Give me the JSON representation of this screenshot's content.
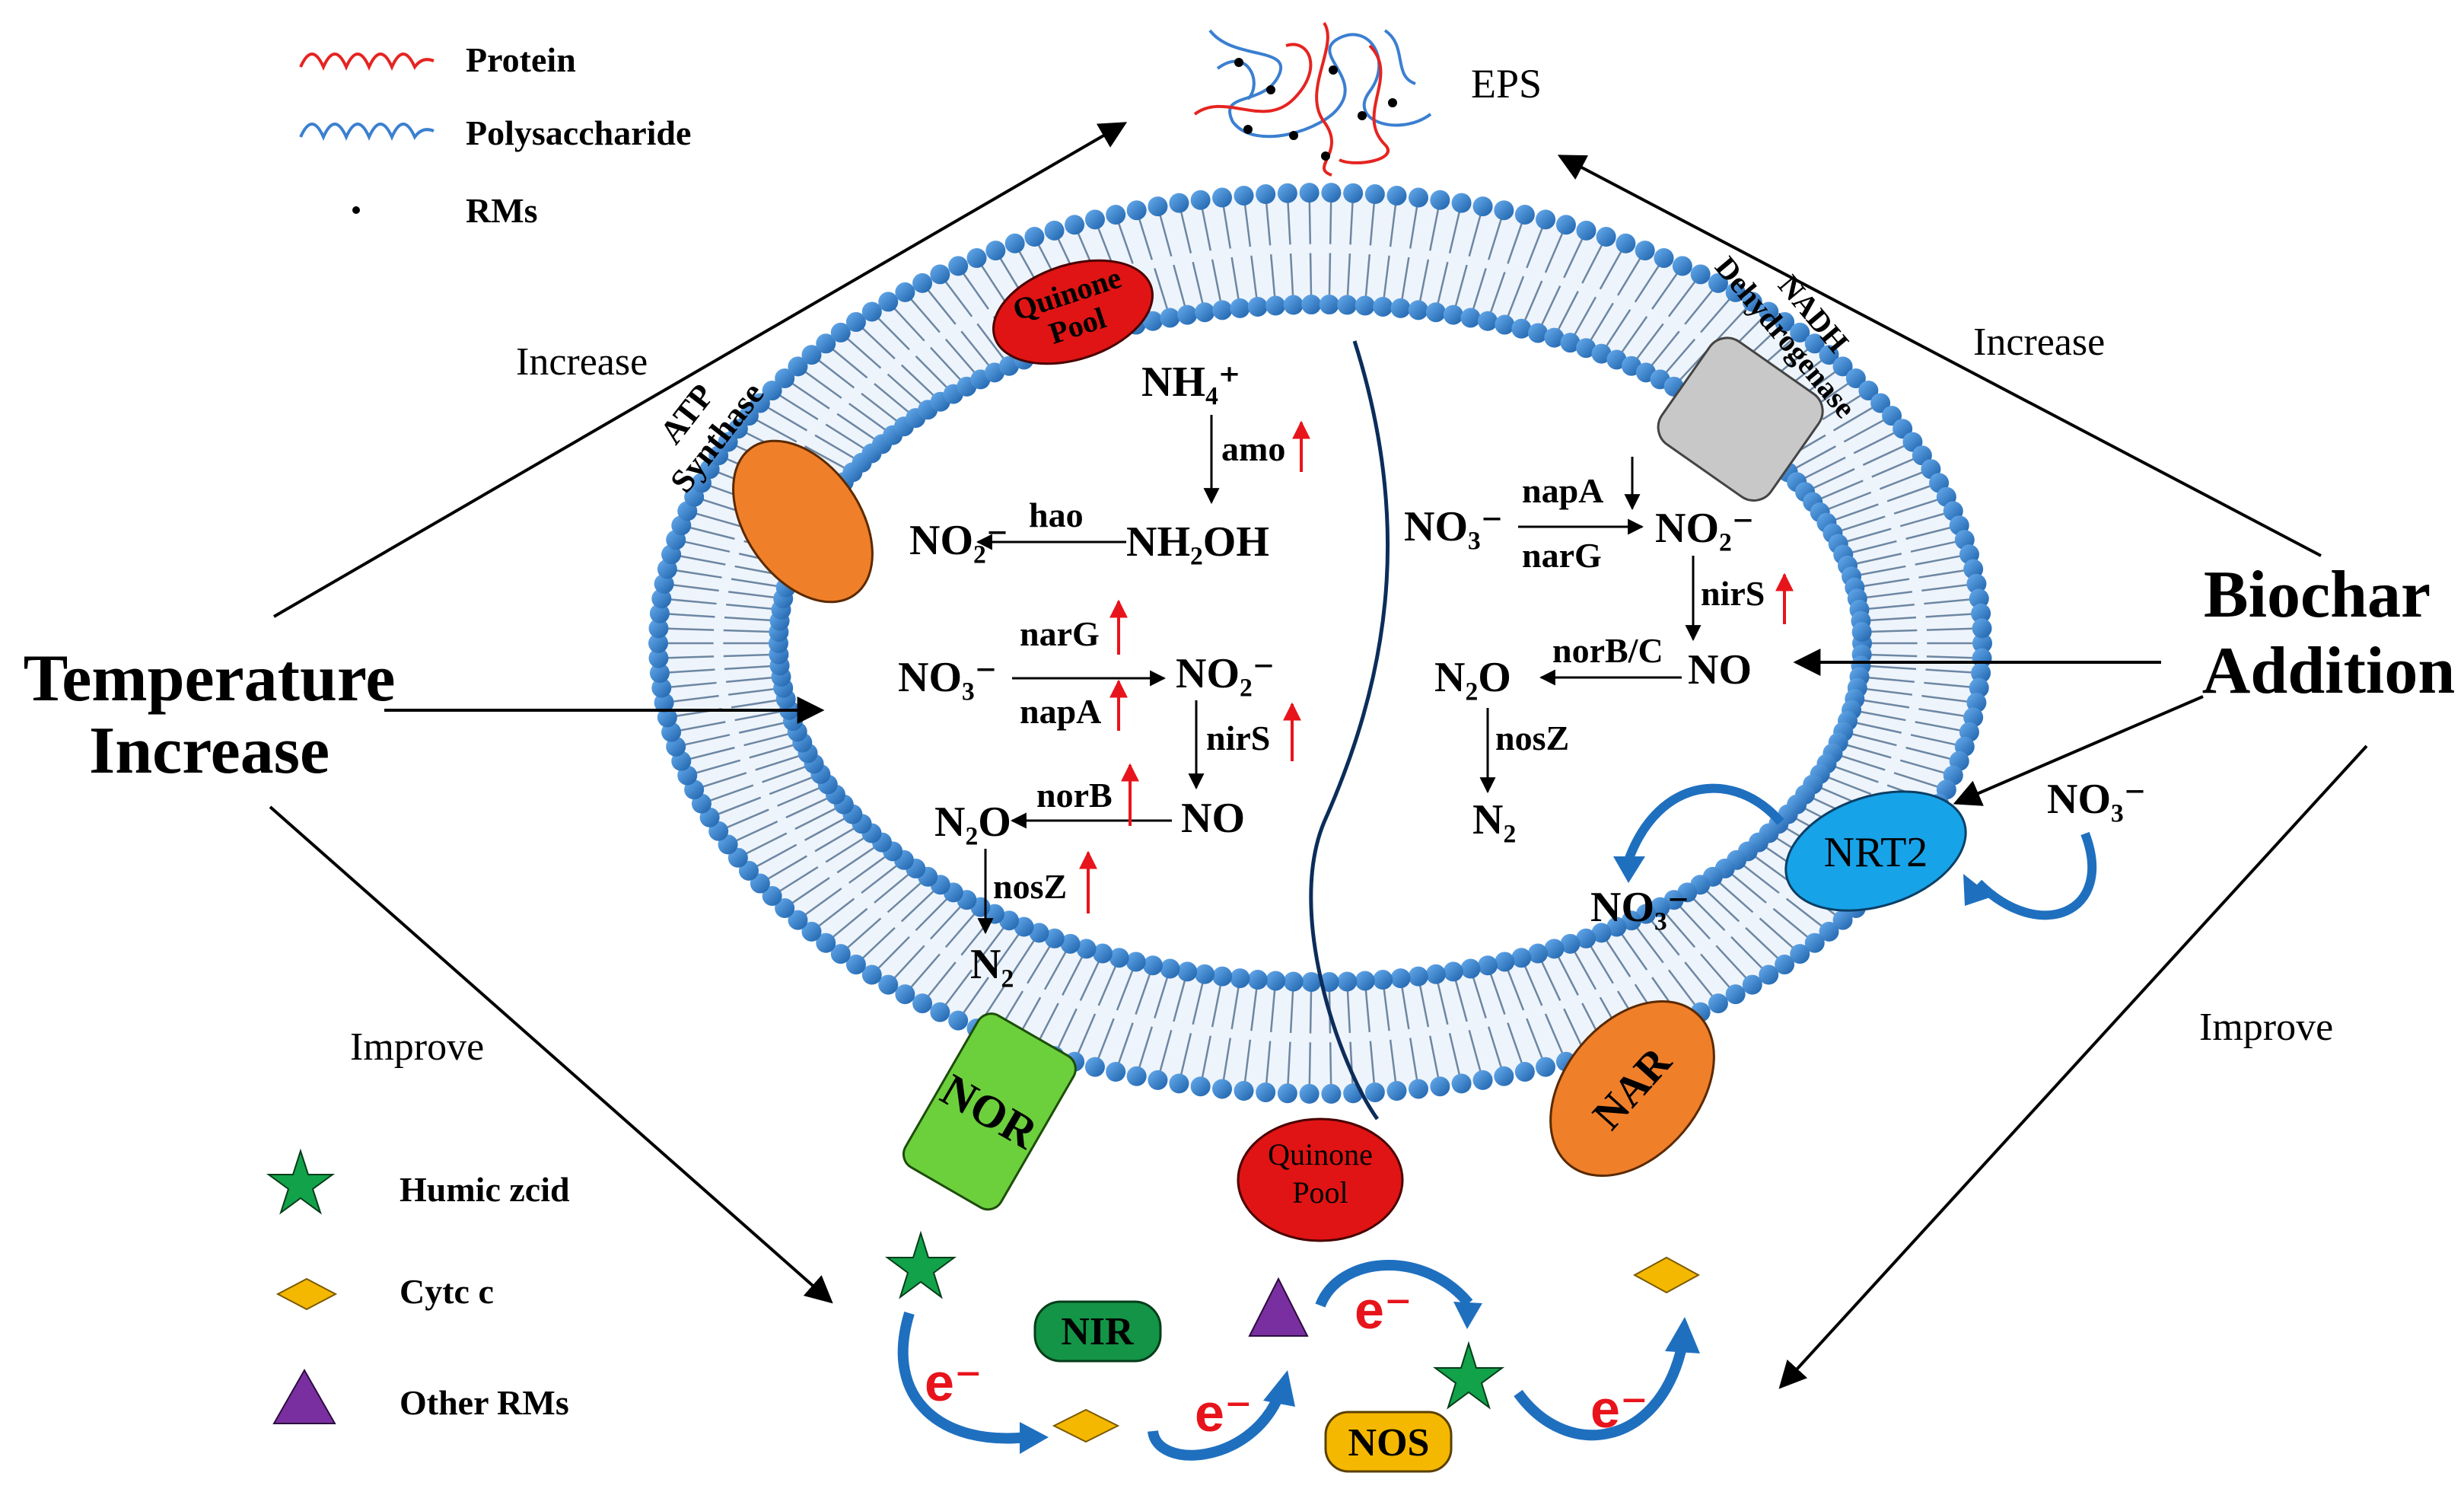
{
  "legend_top": {
    "protein": "Protein",
    "polysaccharide": "Polysaccharide",
    "rms": "RMs"
  },
  "eps_label": "EPS",
  "factors": {
    "temperature": [
      "Temperature",
      "Increase"
    ],
    "biochar": [
      "Biochar",
      "Addition"
    ]
  },
  "effects": {
    "increase_left": "Increase",
    "increase_right": "Increase",
    "improve_left": "Improve",
    "improve_right": "Improve"
  },
  "membrane_proteins": {
    "quinone_top": [
      "Quinone",
      "Pool"
    ],
    "quinone_bottom": [
      "Quinone",
      "Pool"
    ],
    "atp": [
      "ATP",
      "Synthase"
    ],
    "nadh": [
      "NADH",
      "Dehydrogenase"
    ],
    "nrt2": "NRT2",
    "nar": "NAR",
    "nor": "NOR"
  },
  "left_pathway": {
    "nh4": "NH₄⁺",
    "amo": "amo",
    "nh2oh": "NH₂OH",
    "hao": "hao",
    "no2_a": "NO₂⁻",
    "no3": "NO₃⁻",
    "narG": "narG",
    "napA": "napA",
    "no2_b": "NO₂⁻",
    "nirS": "nirS",
    "no": "NO",
    "norB": "norB",
    "n2o": "N₂O",
    "nosZ": "nosZ",
    "n2": "N₂"
  },
  "right_pathway": {
    "no3": "NO₃⁻",
    "napA": "napA",
    "narG": "narG",
    "no2": "NO₂⁻",
    "nirS": "nirS",
    "no": "NO",
    "norBC": "norB/C",
    "n2o": "N₂O",
    "nosZ": "nosZ",
    "n2": "N₂"
  },
  "transport": {
    "no3_out": "NO₃⁻",
    "no3_in": "NO₃⁻"
  },
  "legend_bottom": {
    "humic": "Humic zcid",
    "cytc": "Cytc c",
    "other": "Other RMs"
  },
  "electron_chain": {
    "nir": "NIR",
    "nos": "NOS",
    "e": "e⁻"
  },
  "colors": {
    "membrane_head": "#2f78c4",
    "protein_line": "#e52421",
    "polysaccharide_line": "#3b7fd0",
    "upregulation_arrow": "#e8141c",
    "quinone": "#e01414",
    "atp": "#f07f2a",
    "nadh": "#c8c8c8",
    "nrt2": "#17a3e8",
    "nar": "#f07f2a",
    "nor": "#6ccf3c",
    "humic_star": "#12a24a",
    "cytc": "#f5b800",
    "other_rms": "#7a2fa0",
    "nir_box": "#139447",
    "nos_box": "#f5b800",
    "electron_arrow": "#1f6fbf"
  }
}
